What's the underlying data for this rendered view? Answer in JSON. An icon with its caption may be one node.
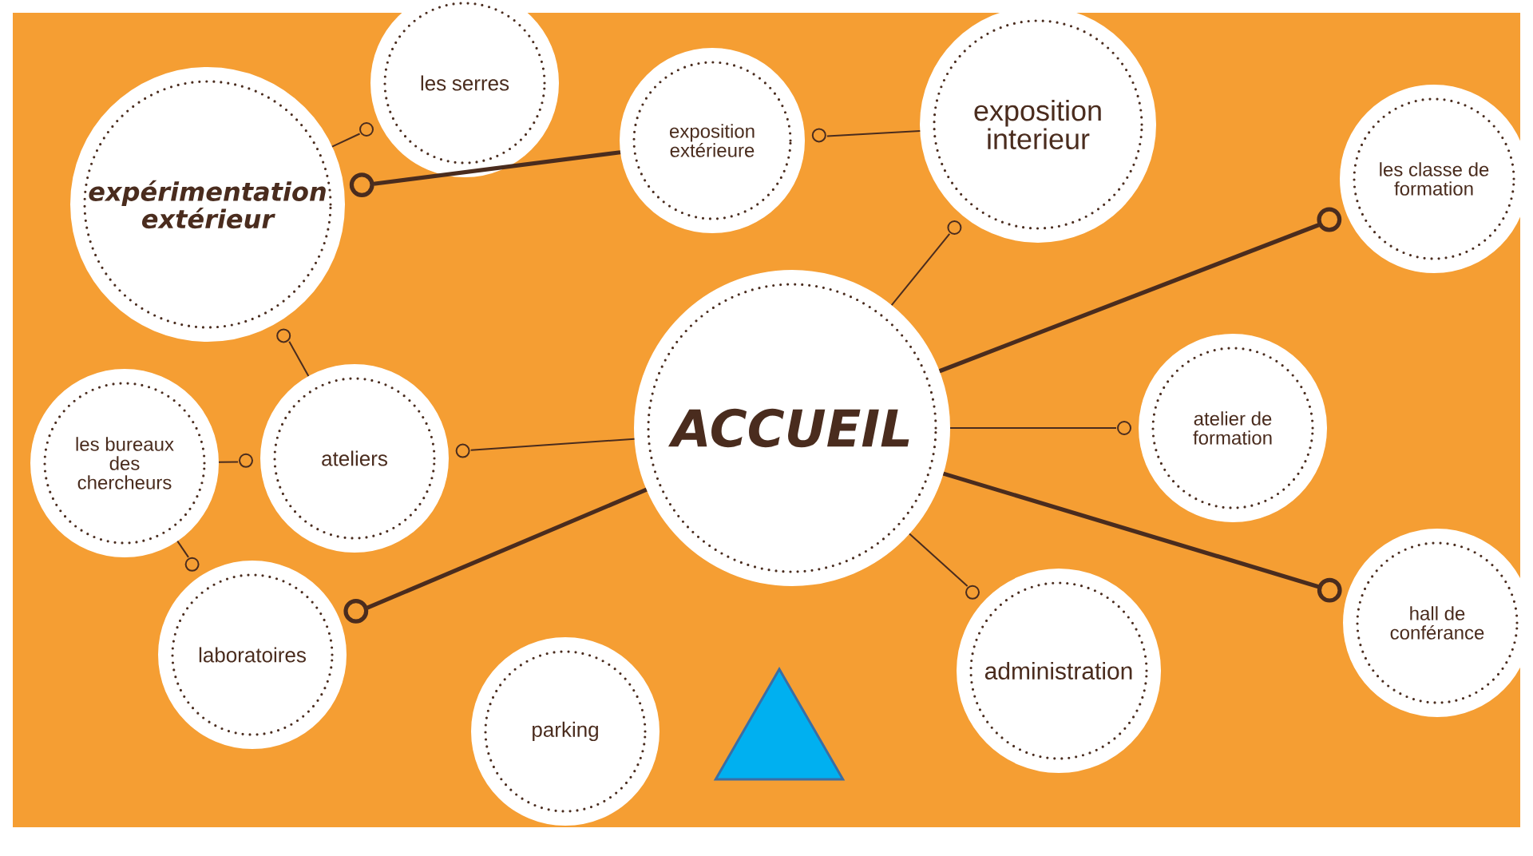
{
  "diagram": {
    "nodes": [
      {
        "text": [
          "les serres"
        ]
      },
      {
        "text": [
          "expérimentation extérieur"
        ]
      },
      {
        "text": [
          "exposition extérieure"
        ]
      },
      {
        "text": [
          "exposition interieur"
        ]
      },
      {
        "text": [
          "les classe de formation"
        ]
      },
      {
        "text": [
          "ateliers"
        ]
      },
      {
        "text": [
          "ACCUEIL"
        ]
      },
      {
        "text": [
          "les bureaux des chercheurs"
        ]
      },
      {
        "text": [
          "atelier de formation"
        ]
      },
      {
        "text": [
          "laboratoires"
        ]
      },
      {
        "text": [
          "hall de conférance"
        ]
      },
      {
        "text": [
          "parking"
        ]
      },
      {
        "text": [
          "administration"
        ]
      },
      {
        "text": [],
        "shape": "triangle"
      }
    ],
    "edges": [
      {
        "from": 1,
        "to": 0,
        "arrow": "other"
      },
      {
        "from": 2,
        "to": 1,
        "arrow": "other",
        "style": "thick"
      },
      {
        "from": 3,
        "to": 2,
        "arrow": "other"
      },
      {
        "from": 6,
        "to": 3,
        "arrow": "other"
      },
      {
        "from": 6,
        "to": 4,
        "arrow": "other",
        "style": "thick"
      },
      {
        "from": 6,
        "to": 8,
        "arrow": "other"
      },
      {
        "from": 6,
        "to": 10,
        "arrow": "other",
        "style": "thick"
      },
      {
        "from": 6,
        "to": 12,
        "arrow": "other"
      },
      {
        "from": 6,
        "to": 9,
        "arrow": "other",
        "style": "thick"
      },
      {
        "from": 6,
        "to": 5,
        "arrow": "other"
      },
      {
        "from": 5,
        "to": 1,
        "arrow": "other"
      },
      {
        "from": 7,
        "to": 5,
        "arrow": "other"
      },
      {
        "from": 7,
        "to": 9,
        "arrow": "other"
      }
    ]
  }
}
